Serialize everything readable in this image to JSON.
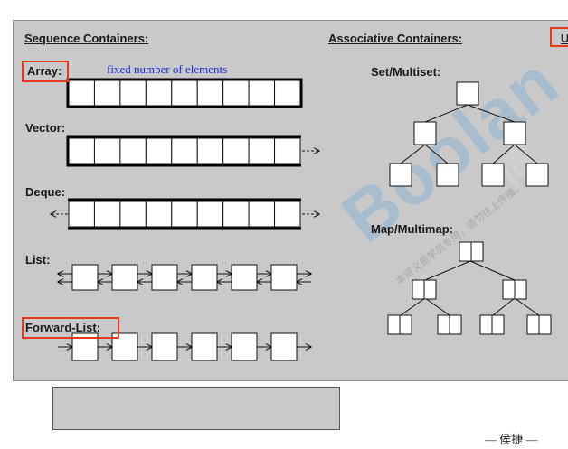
{
  "headers": {
    "sequence": "Sequence Containers:",
    "associative": "Associative Containers:",
    "unordered": "U"
  },
  "labels": {
    "array": "Array:",
    "array_note": "fixed number of elements",
    "vector": "Vector:",
    "deque": "Deque:",
    "list": "List:",
    "forward_list": "Forward-List:",
    "set": "Set/Multiset:",
    "map": "Map/Multimap:"
  },
  "watermark": {
    "brand": "Boolan",
    "text1": "本讲义是学员专用，请勿往上传播。",
    "text2": "博"
  },
  "footer": "— 侯捷 —",
  "colors": {
    "panel": "#c9c9c9",
    "highlight": "#e53a1e",
    "note": "#1f2bd6",
    "watermark": "#6aa7d8"
  }
}
